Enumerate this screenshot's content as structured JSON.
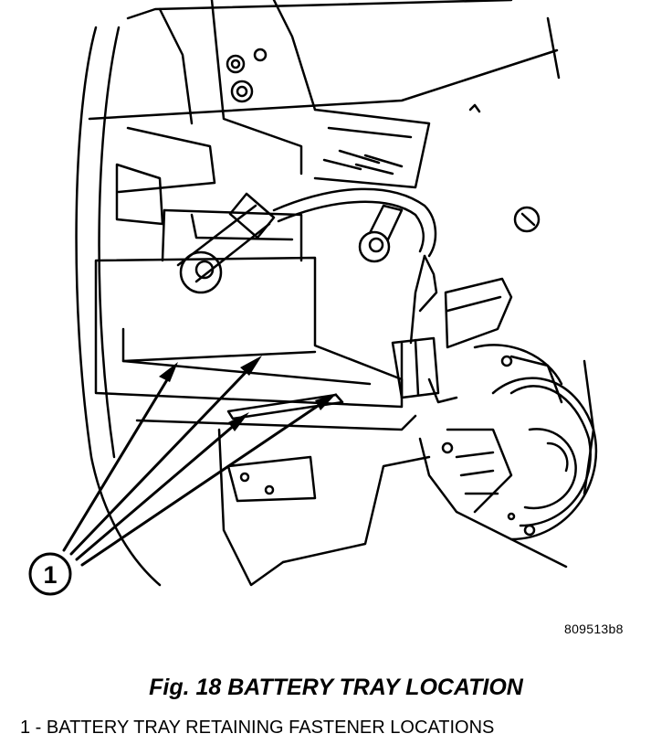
{
  "figure": {
    "callout_number": "1",
    "reference_code": "809513b8",
    "caption": "Fig. 18 BATTERY TRAY LOCATION",
    "legend": [
      {
        "text": "1 - BATTERY TRAY RETAINING FASTENER LOCATIONS"
      }
    ]
  }
}
